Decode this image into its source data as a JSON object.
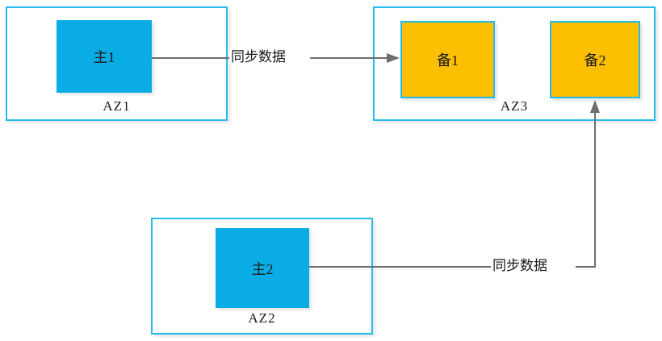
{
  "diagram": {
    "title": "同步数据",
    "zones": [
      {
        "id": "az1",
        "label": "AZ1",
        "nodes": [
          {
            "id": "zhu1",
            "label": "主1",
            "role": "primary",
            "color": "#09ACE4"
          }
        ]
      },
      {
        "id": "az3",
        "label": "AZ3",
        "nodes": [
          {
            "id": "bei1",
            "label": "备1",
            "role": "standby",
            "color": "#FCBF02"
          },
          {
            "id": "bei2",
            "label": "备2",
            "role": "standby",
            "color": "#FCBF02"
          }
        ]
      },
      {
        "id": "az2",
        "label": "AZ2",
        "nodes": [
          {
            "id": "zhu2",
            "label": "主2",
            "role": "primary",
            "color": "#09ACE4"
          }
        ]
      }
    ],
    "connectors": [
      {
        "id": "conn-top",
        "label": "同步数据",
        "from": "zhu1",
        "to": "bei1",
        "style": "straight",
        "color": "#6E6E6E"
      },
      {
        "id": "conn-bottom",
        "label": "同步数据",
        "from": "zhu2",
        "to": "bei2",
        "style": "elbow",
        "color": "#6E6E6E"
      }
    ],
    "colors": {
      "zone_border": "#24BCEE",
      "primary_fill": "#09ACE4",
      "standby_fill": "#FCBF02",
      "standby_border": "#24BCEE",
      "connector": "#6E6E6E",
      "background": "#FFFFFF",
      "text": "#1A1A1A"
    }
  }
}
